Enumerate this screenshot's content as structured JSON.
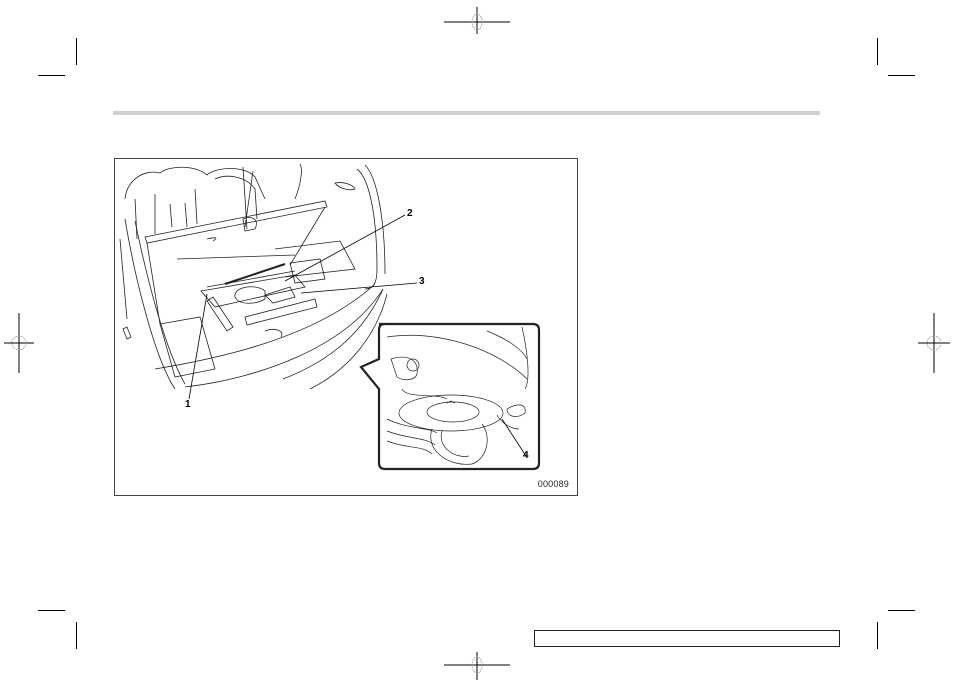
{
  "page": {
    "header_rule_color": "#cfcfcf"
  },
  "figure": {
    "code": "000089",
    "description": "Cargo area with raised floor board showing tool tray and jack, and inset showing spare tire under vehicle",
    "callouts": [
      {
        "label": "1"
      },
      {
        "label": "2"
      },
      {
        "label": "3"
      },
      {
        "label": "4"
      }
    ]
  },
  "footer": {
    "page_label": ""
  }
}
